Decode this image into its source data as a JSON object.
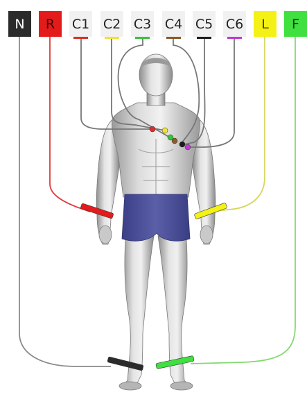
{
  "leads": [
    {
      "label": "N",
      "bg": "#2b2b2b",
      "text_color": "#ffffff",
      "wire": "#8a8a8a",
      "underline": ""
    },
    {
      "label": "R",
      "bg": "#e41b1b",
      "text_color": "#3a0000",
      "wire": "#e23a3a",
      "underline": ""
    },
    {
      "label": "C1",
      "bg": "#f1f1f1",
      "text_color": "#222222",
      "wire": "#777777",
      "underline": "#d9302a"
    },
    {
      "label": "C2",
      "bg": "#f1f1f1",
      "text_color": "#222222",
      "wire": "#777777",
      "underline": "#f0e23a"
    },
    {
      "label": "C3",
      "bg": "#f1f1f1",
      "text_color": "#222222",
      "wire": "#777777",
      "underline": "#39c43c"
    },
    {
      "label": "C4",
      "bg": "#f1f1f1",
      "text_color": "#222222",
      "wire": "#777777",
      "underline": "#8a5a2b"
    },
    {
      "label": "C5",
      "bg": "#f1f1f1",
      "text_color": "#222222",
      "wire": "#777777",
      "underline": "#1c1c1c"
    },
    {
      "label": "C6",
      "bg": "#f1f1f1",
      "text_color": "#222222",
      "wire": "#777777",
      "underline": "#c33ad0"
    },
    {
      "label": "L",
      "bg": "#f4f114",
      "text_color": "#4a4600",
      "wire": "#d8d65a",
      "underline": ""
    },
    {
      "label": "F",
      "bg": "#3fe03f",
      "text_color": "#0e3d0e",
      "wire": "#86d86f",
      "underline": ""
    }
  ],
  "colors": {
    "skin_light": "#e6e6e6",
    "skin_mid": "#bdbdbd",
    "skin_dark": "#858585",
    "shorts": "#4b4f96"
  }
}
